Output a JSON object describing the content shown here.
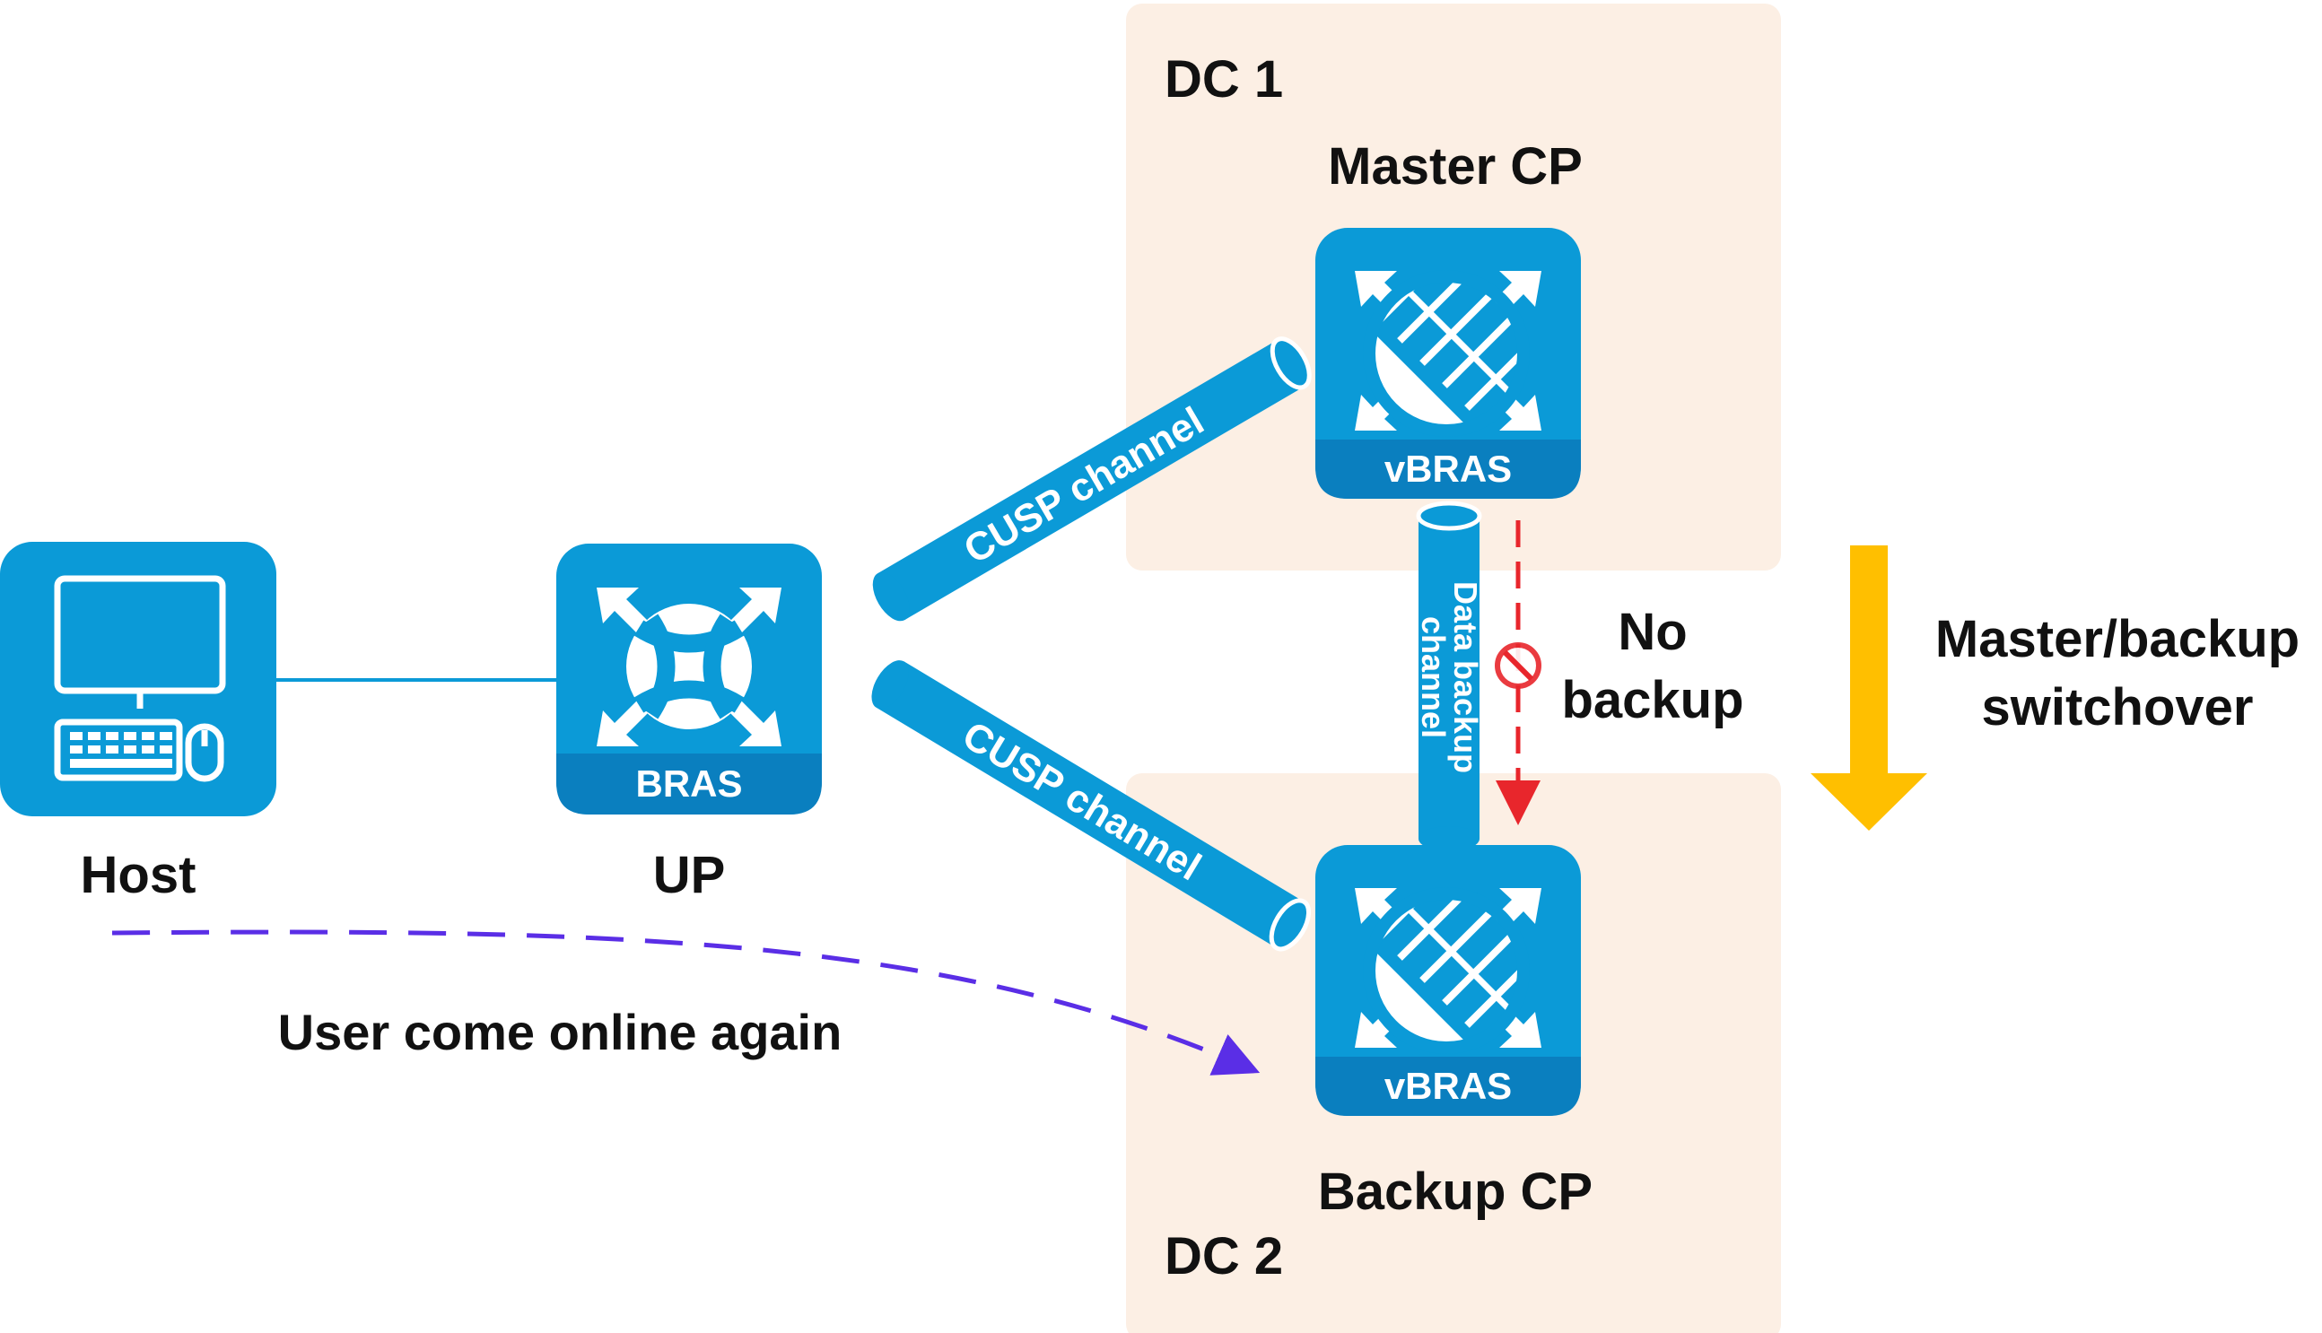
{
  "dc1_label": "DC 1",
  "dc2_label": "DC 2",
  "master_cp_label": "Master CP",
  "backup_cp_label": "Backup CP",
  "up_label": "UP",
  "host_label": "Host",
  "bras_badge": "BRAS",
  "vbras_master_badge": "vBRAS",
  "vbras_backup_badge": "vBRAS",
  "cusp_channel_upper": "CUSP channel",
  "cusp_channel_lower": "CUSP channel",
  "data_backup_line1": "Data backup",
  "data_backup_line2": "channel",
  "no_backup_line1": "No",
  "no_backup_line2": "backup",
  "switchover_line1": "Master/backup",
  "switchover_line2": "switchover",
  "user_online_label": "User come online again",
  "colors": {
    "device_blue": "#0b9ad7",
    "badge_blue": "#0a7fbf",
    "dc_zone": "#fcefe4",
    "switchover_arrow": "#ffbf00",
    "no_backup_red": "#e8262c",
    "user_path": "#5a2ee6"
  }
}
